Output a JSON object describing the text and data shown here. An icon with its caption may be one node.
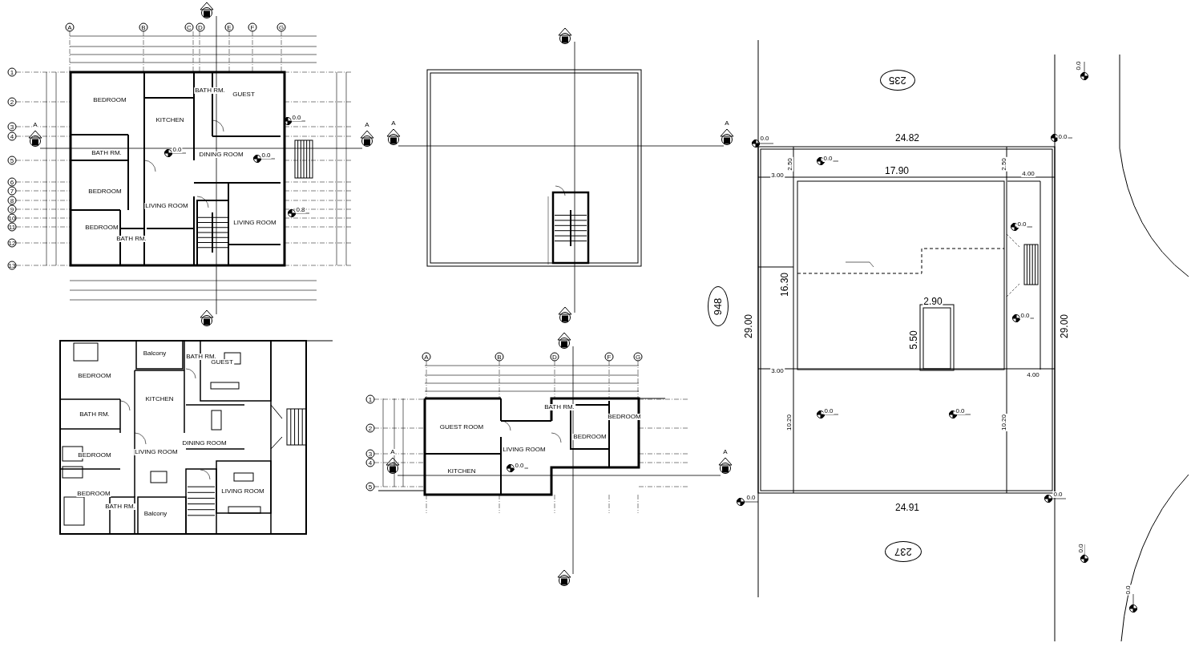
{
  "diagram": {
    "nodes": [
      {
        "text": [
          "235"
        ]
      },
      {
        "text": [
          "948"
        ]
      },
      {
        "text": [
          "237"
        ]
      }
    ],
    "labels": [
      "A",
      "B",
      "C",
      "D",
      "E",
      "F",
      "G",
      "1",
      "2",
      "3",
      "4",
      "5",
      "6",
      "7",
      "8",
      "9",
      "10",
      "11",
      "12",
      "13",
      "A",
      "A",
      "BATH RM.",
      "GUEST",
      "BEDROOM",
      "KITCHEN",
      "BATH RM.",
      "DINING ROOM",
      "BEDROOM",
      "LIVING ROOM",
      "LIVING ROOM",
      "BEDROOM",
      "BATH RM.",
      "0.0",
      "0.0",
      "0.0",
      "0.8",
      "A",
      "A",
      "BEDROOM",
      "Balcony",
      "BATH RM.",
      "GUEST",
      "KITCHEN",
      "BATH RM.",
      "DINING ROOM",
      "LIVING ROOM",
      "BEDROOM",
      "LIVING ROOM",
      "BEDROOM",
      "BATH RM.",
      "Balcony",
      "A",
      "B",
      "D",
      "F",
      "G",
      "1",
      "2",
      "3",
      "4",
      "5",
      "A",
      "A",
      "BATH RM.",
      "BEDROOM",
      "GUEST ROOM",
      "BEDROOM",
      "LIVING ROOM",
      "0.0",
      "KITCHEN",
      "0.0",
      "0.0",
      "24.82",
      "0.0",
      "2.50",
      "0.0",
      "17.90",
      "2.50",
      "3.00",
      "4.00",
      "0.0",
      "16.30",
      "29.00",
      "2.90",
      "0.0",
      "29.00",
      "5.50",
      "3.00",
      "4.00",
      "0.0",
      "0.0",
      "10.20",
      "10.20",
      "0.0",
      "0.0",
      "24.91",
      "0.0",
      "0.0"
    ]
  }
}
